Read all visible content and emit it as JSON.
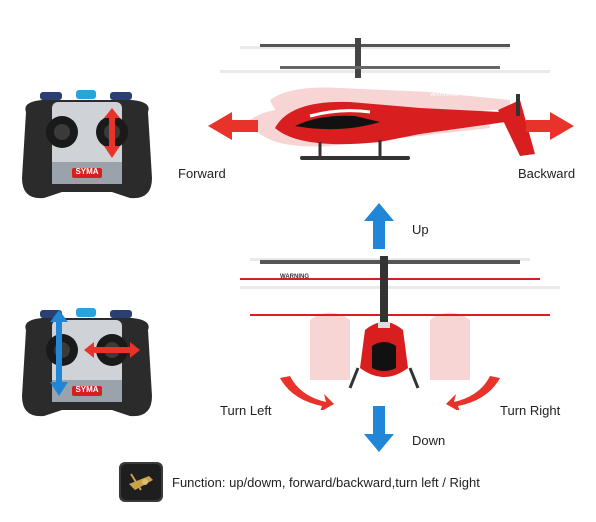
{
  "labels": {
    "forward": "Forward",
    "backward": "Backward",
    "up": "Up",
    "down": "Down",
    "turn_left": "Turn Left",
    "turn_right": "Turn Right"
  },
  "remote": {
    "brand": "SYMA"
  },
  "helicopter": {
    "tail_text": "WARNING",
    "blade_text": "WARNING"
  },
  "footer": {
    "function_text": "Function: up/dowm, forward/backward,turn left / Right"
  },
  "colors": {
    "arrow_red": "#e8332a",
    "arrow_blue": "#1f86d8",
    "heli_red": "#d81e1e"
  }
}
